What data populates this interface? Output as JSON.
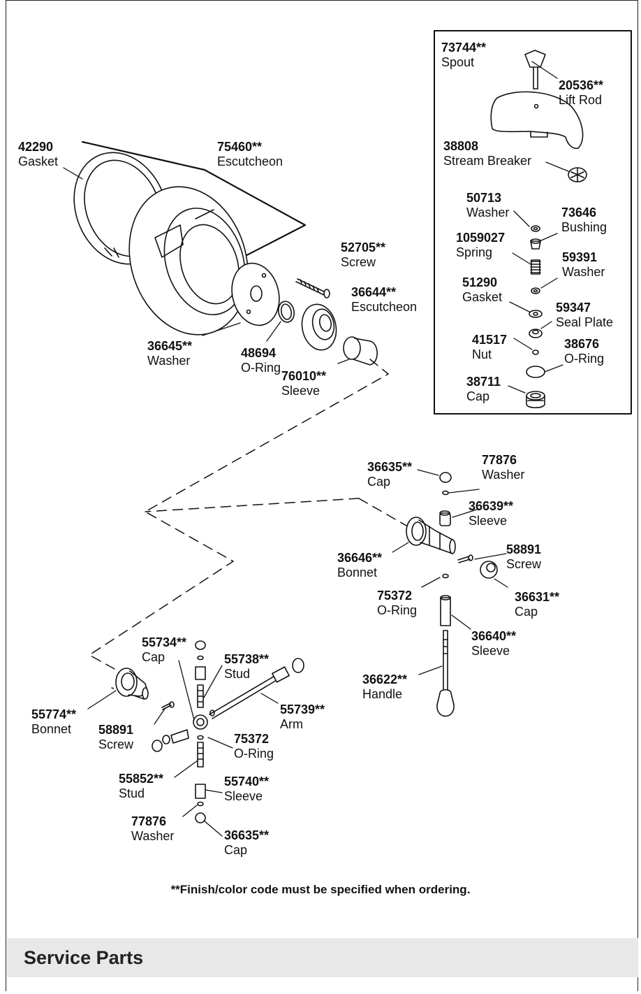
{
  "footnote": "**Finish/color code must be specified when ordering.",
  "section_title": "Service Parts",
  "parts": {
    "spout": {
      "number": "73744**",
      "name": "Spout"
    },
    "lift_rod": {
      "number": "20536**",
      "name": "Lift Rod"
    },
    "stream_breaker": {
      "number": "38808",
      "name": "Stream Breaker"
    },
    "washer_50713": {
      "number": "50713",
      "name": "Washer"
    },
    "bushing": {
      "number": "73646",
      "name": "Bushing"
    },
    "spring": {
      "number": "1059027",
      "name": "Spring"
    },
    "washer_59391": {
      "number": "59391",
      "name": "Washer"
    },
    "gasket_51290": {
      "number": "51290",
      "name": "Gasket"
    },
    "seal_plate": {
      "number": "59347",
      "name": "Seal Plate"
    },
    "nut": {
      "number": "41517",
      "name": "Nut"
    },
    "oring_38676": {
      "number": "38676",
      "name": "O-Ring"
    },
    "cap_38711": {
      "number": "38711",
      "name": "Cap"
    },
    "gasket_42290": {
      "number": "42290",
      "name": "Gasket"
    },
    "escutcheon_75460": {
      "number": "75460**",
      "name": "Escutcheon"
    },
    "screw_52705": {
      "number": "52705**",
      "name": "Screw"
    },
    "escutcheon_36644": {
      "number": "36644**",
      "name": "Escutcheon"
    },
    "washer_36645": {
      "number": "36645**",
      "name": "Washer"
    },
    "oring_48694": {
      "number": "48694",
      "name": "O-Ring"
    },
    "sleeve_76010": {
      "number": "76010**",
      "name": "Sleeve"
    },
    "cap_36635_top": {
      "number": "36635**",
      "name": "Cap"
    },
    "washer_77876_top": {
      "number": "77876",
      "name": "Washer"
    },
    "sleeve_36639": {
      "number": "36639**",
      "name": "Sleeve"
    },
    "bonnet_36646": {
      "number": "36646**",
      "name": "Bonnet"
    },
    "screw_58891_right": {
      "number": "58891",
      "name": "Screw"
    },
    "oring_75372_right": {
      "number": "75372",
      "name": "O-Ring"
    },
    "cap_36631": {
      "number": "36631**",
      "name": "Cap"
    },
    "sleeve_36640": {
      "number": "36640**",
      "name": "Sleeve"
    },
    "handle_36622": {
      "number": "36622**",
      "name": "Handle"
    },
    "cap_55734": {
      "number": "55734**",
      "name": "Cap"
    },
    "stud_55738": {
      "number": "55738**",
      "name": "Stud"
    },
    "arm_55739": {
      "number": "55739**",
      "name": "Arm"
    },
    "bonnet_55774": {
      "number": "55774**",
      "name": "Bonnet"
    },
    "screw_58891_left": {
      "number": "58891",
      "name": "Screw"
    },
    "oring_75372_left": {
      "number": "75372",
      "name": "O-Ring"
    },
    "stud_55852": {
      "number": "55852**",
      "name": "Stud"
    },
    "sleeve_55740": {
      "number": "55740**",
      "name": "Sleeve"
    },
    "washer_77876_bottom": {
      "number": "77876",
      "name": "Washer"
    },
    "cap_36635_bottom": {
      "number": "36635**",
      "name": "Cap"
    }
  }
}
